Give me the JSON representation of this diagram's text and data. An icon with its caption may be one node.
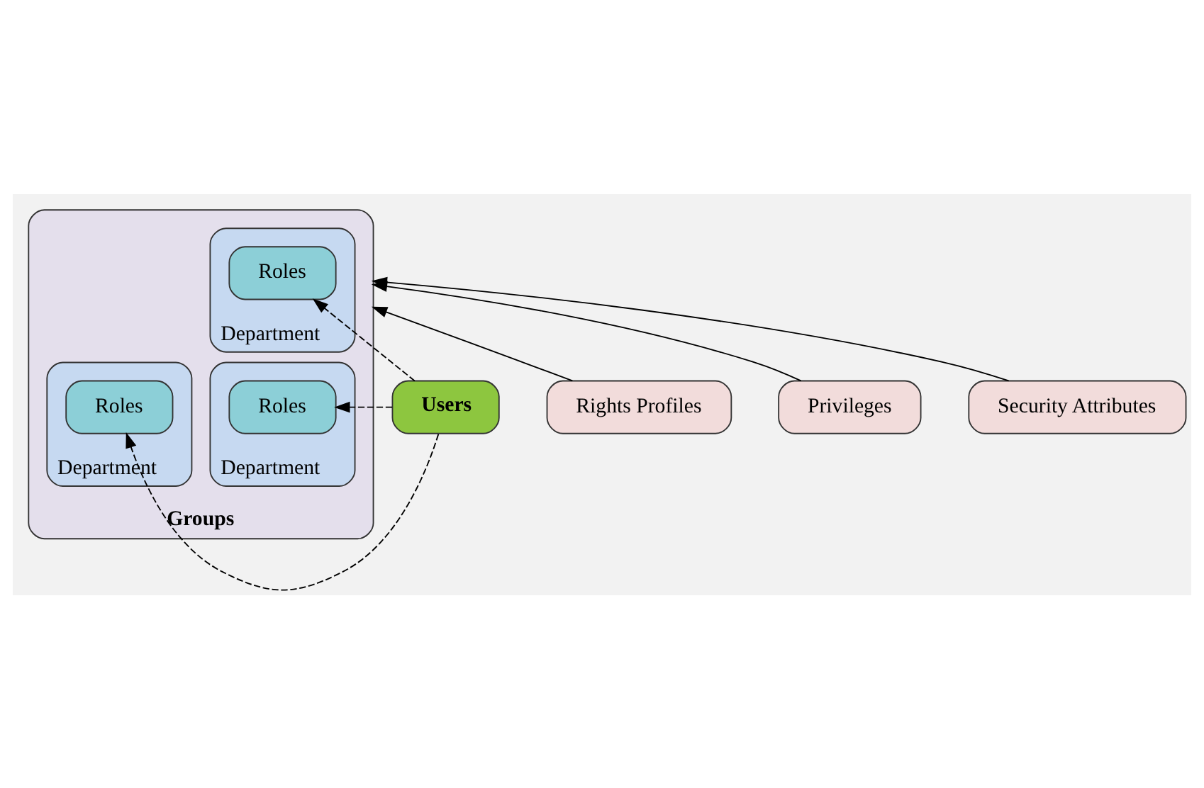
{
  "diagram": {
    "nodes": [
      {
        "text": [
          "Groups"
        ]
      },
      {
        "text": [
          "Department"
        ],
        "in": 0
      },
      {
        "text": [
          "Roles"
        ],
        "in": 1
      },
      {
        "text": [
          "Department"
        ],
        "in": 0
      },
      {
        "text": [
          "Roles"
        ],
        "in": 3
      },
      {
        "text": [
          "Department"
        ],
        "in": 0
      },
      {
        "text": [
          "Roles"
        ],
        "in": 5
      },
      {
        "text": [
          "Users"
        ]
      },
      {
        "text": [
          "Rights Profiles"
        ]
      },
      {
        "text": [
          "Privileges"
        ]
      },
      {
        "text": [
          "Security Attributes"
        ]
      }
    ],
    "edges": [
      {
        "from": 7,
        "to": 2,
        "arrow": "to",
        "style": "dashed"
      },
      {
        "from": 7,
        "to": 4,
        "arrow": "to",
        "style": "dashed"
      },
      {
        "from": 7,
        "to": 6,
        "arrow": "to",
        "style": "dashed"
      },
      {
        "from": 8,
        "to": 0,
        "arrow": "to"
      },
      {
        "from": 9,
        "to": 0,
        "arrow": "to"
      },
      {
        "from": 10,
        "to": 0,
        "arrow": "to"
      }
    ]
  }
}
